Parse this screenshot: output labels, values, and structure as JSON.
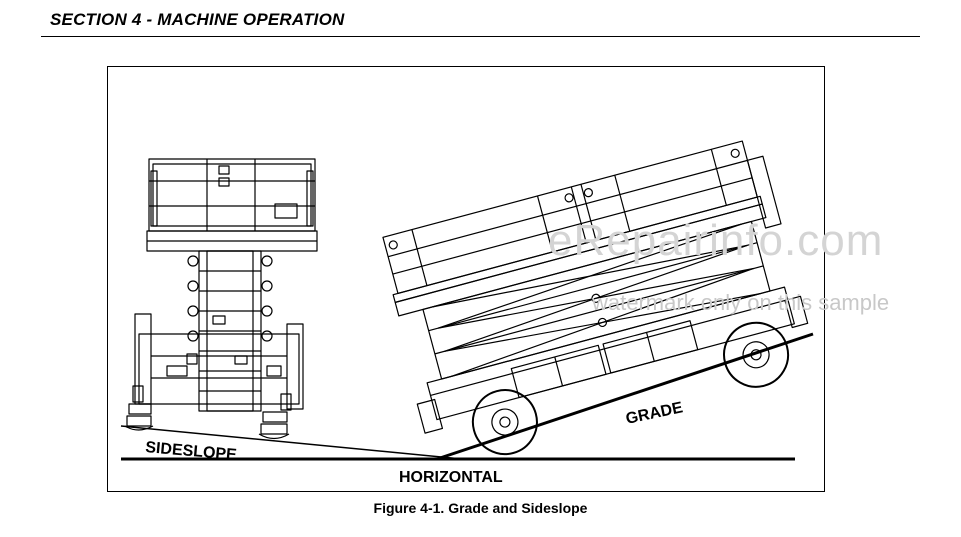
{
  "header": {
    "section_title": "SECTION 4 - MACHINE OPERATION"
  },
  "figure": {
    "labels": {
      "sideslope": "SIDESLOPE",
      "horizontal": "HORIZONTAL",
      "grade": "GRADE"
    },
    "caption": "Figure 4-1. Grade and Sideslope"
  },
  "watermark": {
    "primary": "eRepairinfo.com",
    "secondary": "watermark only on this sample"
  }
}
